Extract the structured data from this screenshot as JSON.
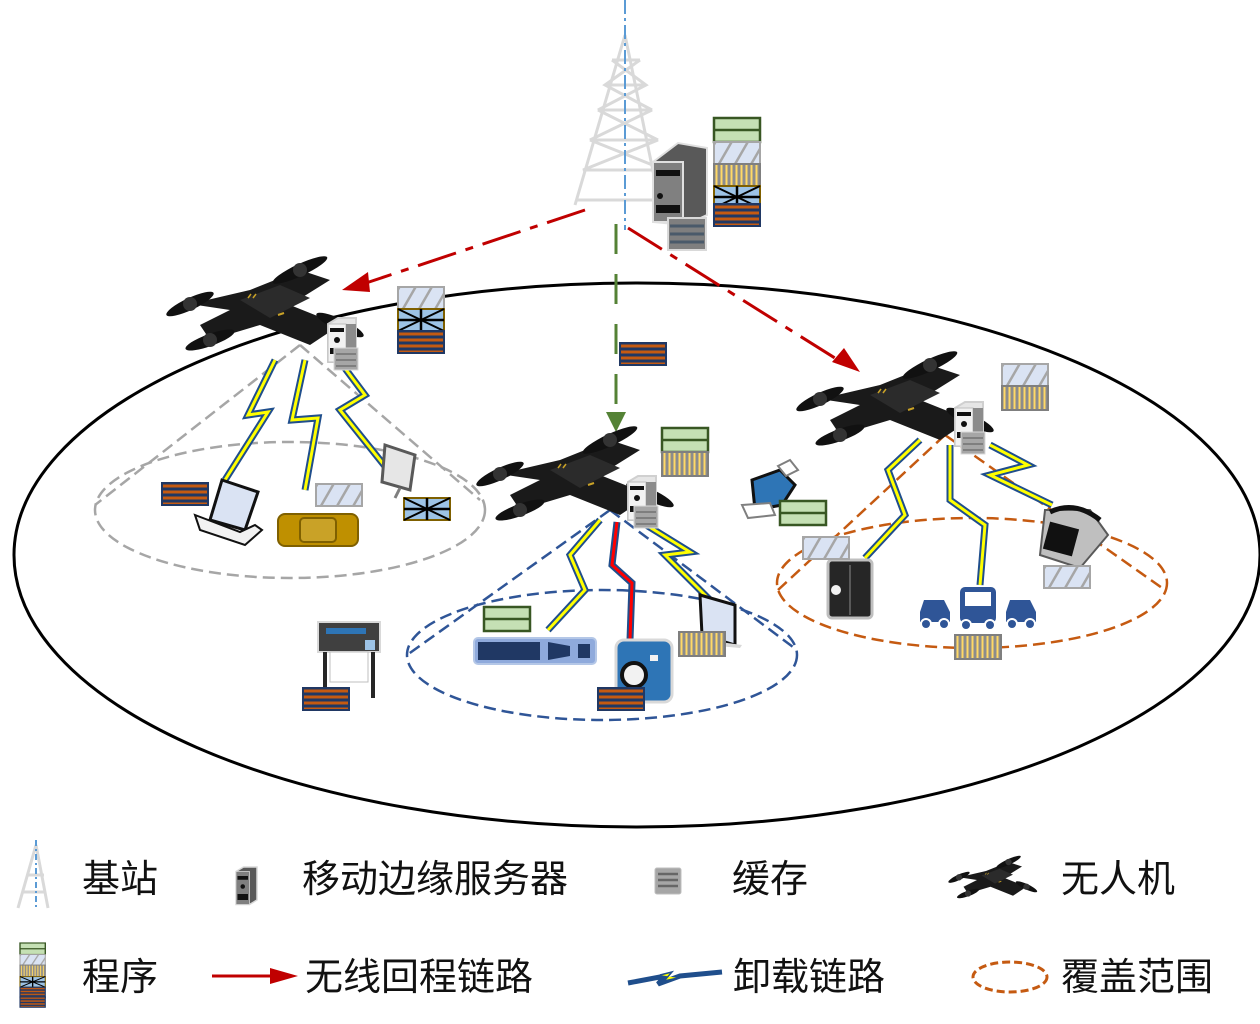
{
  "figure": {
    "description": "UAV-assisted mobile edge computing network with caching",
    "colors": {
      "backhaul_link": "#c00000",
      "downlink_arrow": "#548235",
      "offload_bolt_fill": "#ffff00",
      "offload_bolt_red_fill": "#ff0000",
      "offload_bolt_stroke": "#1f4e8c",
      "coverage_gray": "#a6a6a6",
      "coverage_blue": "#2f5597",
      "coverage_orange": "#c55a11",
      "program_green": "#c5e0b4",
      "program_green_border": "#385723",
      "program_hatch": "#dae3f3",
      "program_yellow": "#ffd966",
      "program_cross": "#9dc3e6",
      "program_orange": "#c55a11",
      "program_navy": "#203864"
    },
    "nodes": {
      "base_station": {
        "label": "基站",
        "program_stack": [
          "green",
          "hatch",
          "yellow-bars",
          "cross",
          "orange-bars"
        ]
      },
      "uav_left": {
        "program_stack": [
          "hatch",
          "cross",
          "orange-bars"
        ],
        "devices": [
          "laptop",
          "car",
          "projector"
        ],
        "coverage": "gray"
      },
      "uav_center": {
        "program_stack": [
          "green",
          "yellow-bars"
        ],
        "devices": [
          "scanner",
          "camera",
          "monitor"
        ],
        "coverage": "blue"
      },
      "uav_right": {
        "program_stack": [
          "hatch",
          "yellow-bars"
        ],
        "devices": [
          "video-camera",
          "vehicles",
          "telephone"
        ],
        "coverage": "orange"
      },
      "standalone_devices": [
        "plotter",
        "fax-printer"
      ]
    }
  },
  "legend": {
    "items": [
      {
        "icon": "base-station-icon",
        "label": "基站"
      },
      {
        "icon": "edge-server-icon",
        "label": "移动边缘服务器"
      },
      {
        "icon": "cache-icon",
        "label": "缓存"
      },
      {
        "icon": "uav-icon",
        "label": "无人机"
      },
      {
        "icon": "program-icon",
        "label": "程序"
      },
      {
        "icon": "wireless-backhaul-icon",
        "label": "无线回程链路"
      },
      {
        "icon": "offload-link-icon",
        "label": "卸载链路"
      },
      {
        "icon": "coverage-icon",
        "label": "覆盖范围"
      }
    ]
  }
}
